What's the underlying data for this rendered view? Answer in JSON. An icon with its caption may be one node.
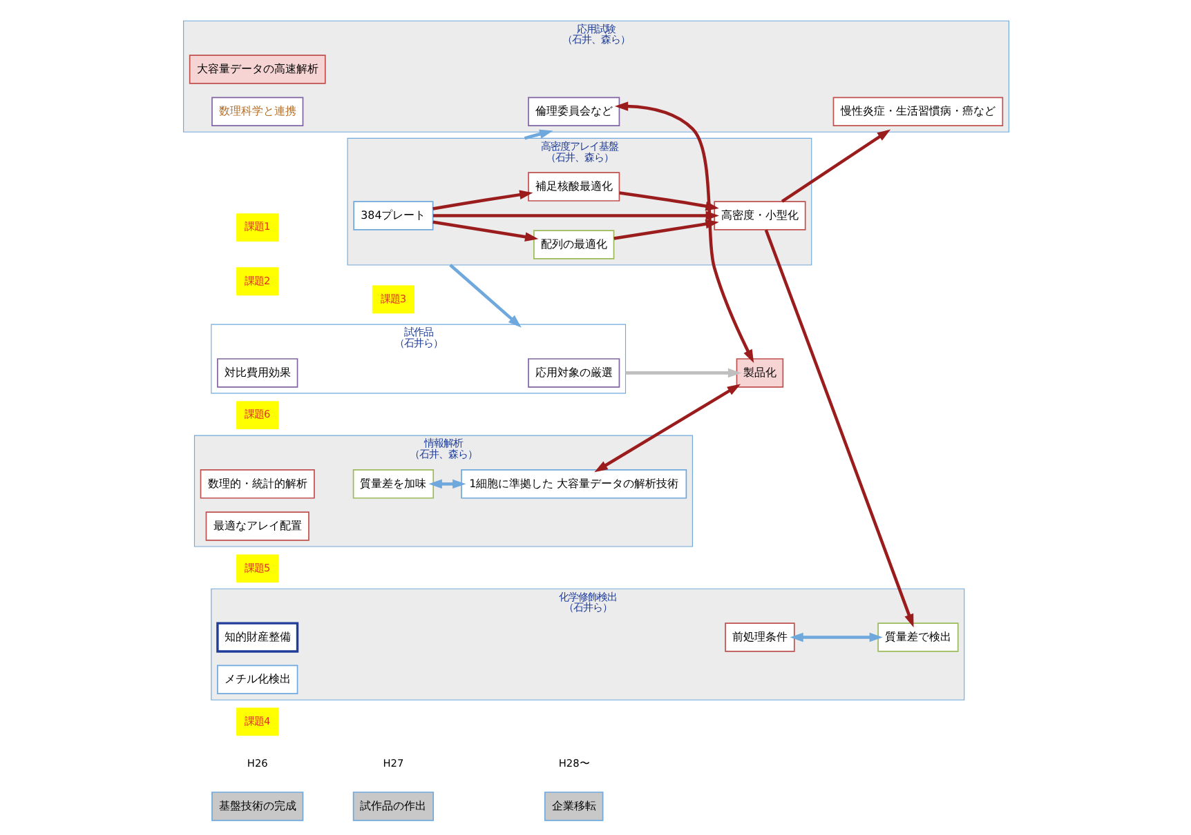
{
  "diagram": {
    "nodes": [
      {
        "text": [
          "基盤技術の完成"
        ]
      },
      {
        "text": [
          "企業移転"
        ]
      },
      {
        "text": [
          "試作品の作出"
        ]
      },
      {
        "text": [
          "高密度アレイ基盤",
          "（石井、森ら）"
        ]
      },
      {
        "text": [
          "384プレート"
        ],
        "in": 3
      },
      {
        "text": [
          "補足核酸最適化"
        ],
        "in": 3
      },
      {
        "text": [
          "配列の最適化"
        ],
        "in": 3
      },
      {
        "text": [
          "高密度・小型化"
        ],
        "in": 3
      },
      {
        "text": [
          "応用試験",
          "（石井、森ら）"
        ]
      },
      {
        "text": [
          "慢性炎症・生活習慣病・癌など"
        ],
        "in": 8
      },
      {
        "text": [
          "大容量データの高速解析"
        ],
        "in": 8
      },
      {
        "text": [
          "数理科学と連携"
        ],
        "in": 8
      },
      {
        "text": [
          "倫理委員会など"
        ],
        "in": 8
      },
      {
        "text": [
          "化学修飾検出",
          "（石井ら）"
        ]
      },
      {
        "text": [
          "知的財産整備"
        ],
        "in": 13
      },
      {
        "text": [
          "メチル化検出"
        ],
        "in": 13
      },
      {
        "text": [
          "前処理条件"
        ],
        "in": 13
      },
      {
        "text": [
          "質量差で検出"
        ],
        "in": 13
      },
      {
        "text": [
          "情報解析",
          "（石井、森ら）"
        ]
      },
      {
        "text": [
          "数理的・統計的解析"
        ],
        "in": 18
      },
      {
        "text": [
          "質量差を加味"
        ],
        "in": 18
      },
      {
        "text": [
          "最適なアレイ配置"
        ],
        "in": 18
      },
      {
        "text": [
          "1細胞に準拠した 大容量データの解析技術"
        ],
        "in": 18
      },
      {
        "text": [
          "試作品",
          "（石井ら）"
        ]
      },
      {
        "text": [
          "応用対象の厳選"
        ],
        "in": 23
      },
      {
        "text": [
          "対比費用効果"
        ],
        "in": 23
      },
      {
        "text": [
          "製品化"
        ]
      }
    ],
    "edges": [
      {
        "from": 4,
        "to": 5,
        "arrow": "to"
      },
      {
        "from": 4,
        "to": 7,
        "arrow": "to"
      },
      {
        "from": 4,
        "to": 6,
        "arrow": "to"
      },
      {
        "from": 5,
        "to": 7,
        "arrow": "to"
      },
      {
        "from": 6,
        "to": 7,
        "arrow": "to"
      },
      {
        "from": 3,
        "to": 8,
        "arrow": "to",
        "color": "#6fa8dc"
      },
      {
        "from": 7,
        "to": 8,
        "arrow": "to"
      },
      {
        "from": 7,
        "to": 17,
        "arrow": "to"
      },
      {
        "from": 3,
        "to": 23,
        "arrow": "to",
        "color": "#6fa8dc"
      },
      {
        "from": 16,
        "to": 17,
        "arrow": "both",
        "color": "#6fa8dc"
      },
      {
        "from": 20,
        "to": 22,
        "arrow": "both",
        "color": "#6fa8dc"
      },
      {
        "from": 12,
        "to": 26,
        "arrow": "both"
      },
      {
        "from": 22,
        "to": 26,
        "arrow": "both"
      },
      {
        "from": 23,
        "to": 26,
        "arrow": "to",
        "color": "#bfbfbf"
      }
    ],
    "labels": [
      "H26",
      "H27",
      "H28〜",
      "課題1",
      "課題2",
      "課題3",
      "課題4",
      "課題5",
      "課題6"
    ]
  }
}
